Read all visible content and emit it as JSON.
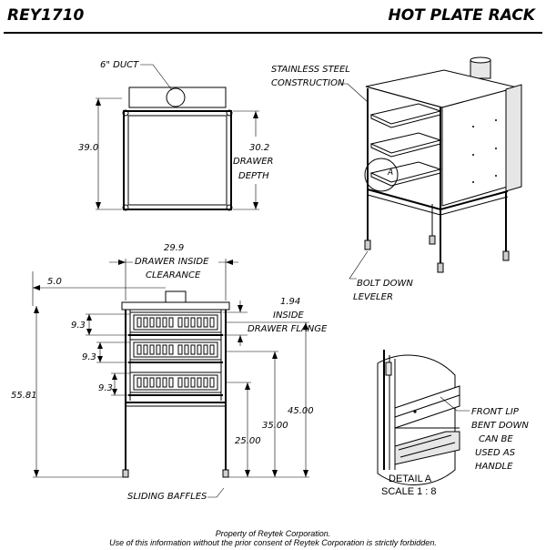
{
  "header": {
    "model": "REY1710",
    "product": "HOT PLATE RACK"
  },
  "top_view": {
    "duct_label": "6\" DUCT",
    "width_dim": "39.0",
    "depth_dim": "30.2",
    "depth_label_1": "DRAWER",
    "depth_label_2": "DEPTH"
  },
  "iso_view": {
    "material_label_1": "STAINLESS STEEL",
    "material_label_2": "CONSTRUCTION",
    "detail_callout": "A",
    "leveler_label_1": "BOLT DOWN",
    "leveler_label_2": "LEVELER"
  },
  "front_view": {
    "inside_clearance": "29.9",
    "inside_clearance_label_1": "DRAWER INSIDE",
    "inside_clearance_label_2": "CLEARANCE",
    "offset_dim": "5.0",
    "flange_dim": "1.94",
    "flange_label_1": "INSIDE",
    "flange_label_2": "DRAWER FLANGE",
    "drawer_spacing_1": "9.3",
    "drawer_spacing_2": "9.3",
    "drawer_spacing_3": "9.3",
    "overall_height": "55.81",
    "top_drawer_height": "45.00",
    "mid_drawer_height": "35.00",
    "bottom_drawer_height": "25.00",
    "baffles_label": "SLIDING BAFFLES"
  },
  "detail_view": {
    "callout_1": "FRONT LIP",
    "callout_2": "BENT DOWN",
    "callout_3": "CAN BE",
    "callout_4": "USED AS",
    "callout_5": "HANDLE",
    "title": "DETAIL A",
    "scale": "SCALE 1 : 8"
  },
  "footer": {
    "line_1": "Property of Reytek Corporation.",
    "line_2": "Use of this information without the prior consent of Reytek Corporation is strictly forbidden."
  }
}
